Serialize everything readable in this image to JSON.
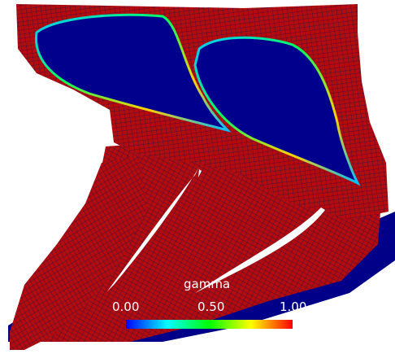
{
  "viewer": {
    "legend": {
      "title": "gamma",
      "ticks": [
        "0.00",
        "0.50",
        "1.00"
      ],
      "colormap": [
        "#0000ff",
        "#00ffff",
        "#00ff00",
        "#ffff00",
        "#ff0000"
      ]
    },
    "colors": {
      "background": "#ffffff",
      "mesh_high": "#b40c0c",
      "mesh_low": "#00008c",
      "grid_line": "#1a1a5a"
    }
  }
}
